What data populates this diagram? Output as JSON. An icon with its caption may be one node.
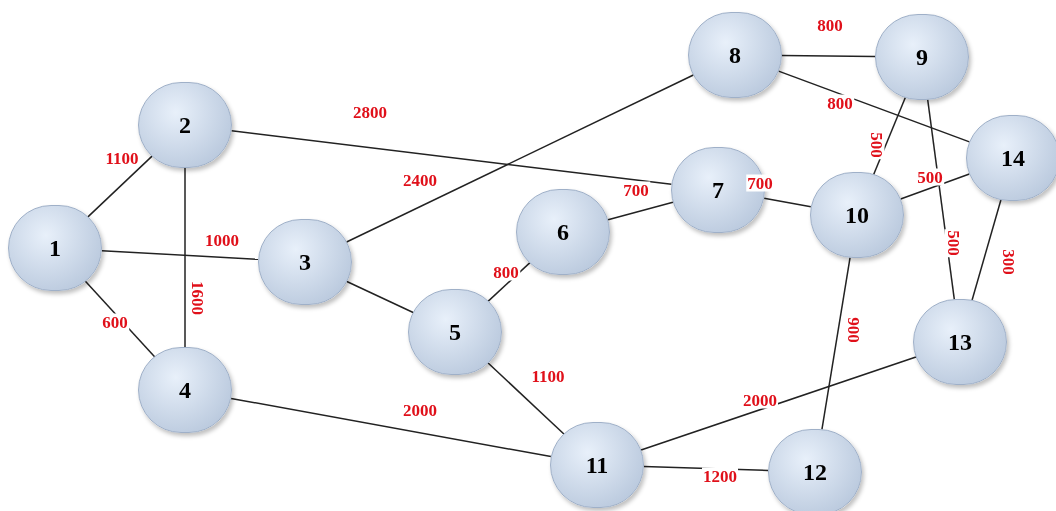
{
  "diagram": {
    "nodes": [
      {
        "text": [
          "1"
        ]
      },
      {
        "text": [
          "2"
        ]
      },
      {
        "text": [
          "3"
        ]
      },
      {
        "text": [
          "4"
        ]
      },
      {
        "text": [
          "5"
        ]
      },
      {
        "text": [
          "6"
        ]
      },
      {
        "text": [
          "7"
        ]
      },
      {
        "text": [
          "8"
        ]
      },
      {
        "text": [
          "9"
        ]
      },
      {
        "text": [
          "10"
        ]
      },
      {
        "text": [
          "11"
        ]
      },
      {
        "text": [
          "12"
        ]
      },
      {
        "text": [
          "13"
        ]
      },
      {
        "text": [
          "14"
        ]
      }
    ],
    "edges": [
      {
        "from": 0,
        "to": 1,
        "arrow": "none",
        "label": "1100"
      },
      {
        "from": 0,
        "to": 2,
        "arrow": "none",
        "label": "1000"
      },
      {
        "from": 0,
        "to": 3,
        "arrow": "none",
        "label": "600"
      },
      {
        "from": 1,
        "to": 3,
        "arrow": "none",
        "label": "1600"
      },
      {
        "from": 1,
        "to": 6,
        "arrow": "none",
        "label": "2800"
      },
      {
        "from": 2,
        "to": 7,
        "arrow": "none",
        "label": "2400"
      },
      {
        "from": 2,
        "to": 4,
        "arrow": "none"
      },
      {
        "from": 4,
        "to": 5,
        "arrow": "none",
        "label": "800"
      },
      {
        "from": 5,
        "to": 6,
        "arrow": "none",
        "label": "700"
      },
      {
        "from": 6,
        "to": 9,
        "arrow": "none",
        "label": "700"
      },
      {
        "from": 4,
        "to": 10,
        "arrow": "none",
        "label": "1100"
      },
      {
        "from": 3,
        "to": 10,
        "arrow": "none",
        "label": "2000"
      },
      {
        "from": 7,
        "to": 8,
        "arrow": "none",
        "label": "800"
      },
      {
        "from": 7,
        "to": 13,
        "arrow": "none",
        "label": "800"
      },
      {
        "from": 8,
        "to": 9,
        "arrow": "none",
        "label": "500"
      },
      {
        "from": 8,
        "to": 12,
        "arrow": "none",
        "label": "500"
      },
      {
        "from": 9,
        "to": 13,
        "arrow": "none",
        "label": "500"
      },
      {
        "from": 13,
        "to": 12,
        "arrow": "none",
        "label": "300"
      },
      {
        "from": 9,
        "to": 11,
        "arrow": "none",
        "label": "900"
      },
      {
        "from": 10,
        "to": 12,
        "arrow": "none",
        "label": "2000"
      },
      {
        "from": 10,
        "to": 11,
        "arrow": "none",
        "label": "1200"
      }
    ]
  }
}
